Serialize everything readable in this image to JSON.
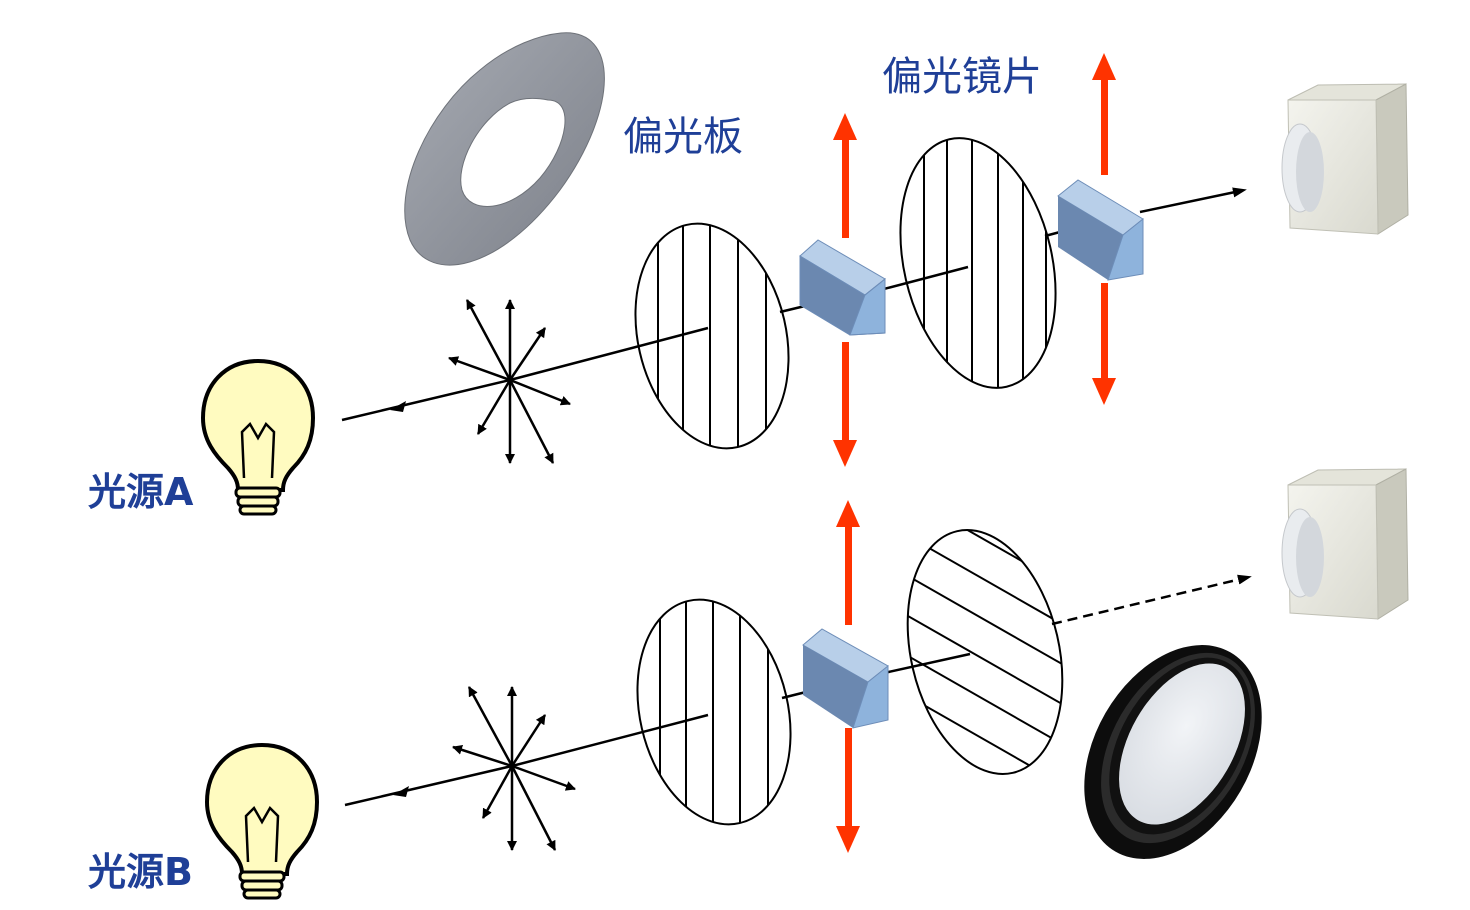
{
  "labels": {
    "polarizer_plate": "偏光板",
    "polarizer_lens": "偏光镜片",
    "source_a": "光源A",
    "source_b": "光源B"
  },
  "colors": {
    "label_text": "#1f3f97",
    "arrow_red": "#ff3300",
    "bulb_fill": "#fffbc0",
    "cube_face": "#8eb3dc",
    "ring_gray": "#8e929b"
  },
  "icons": {
    "light_bulb": "light-bulb-icon",
    "camera": "camera-cube-icon",
    "ring": "polarizer-ring-icon",
    "filter": "camera-filter-lens-icon"
  }
}
